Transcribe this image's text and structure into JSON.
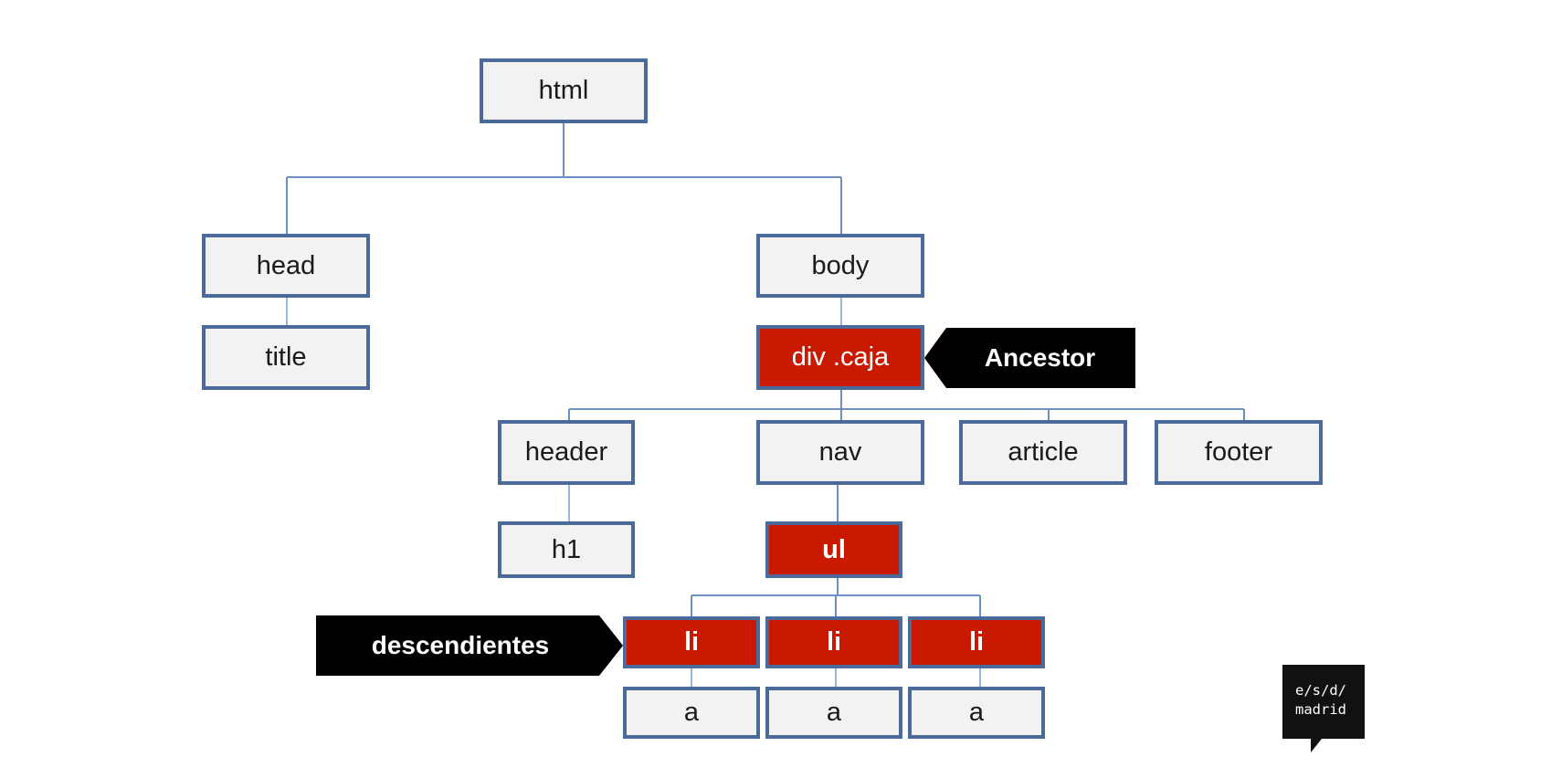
{
  "diagram": {
    "nodes": {
      "html": "html",
      "head": "head",
      "title": "title",
      "body": "body",
      "div_caja": "div .caja",
      "header": "header",
      "nav": "nav",
      "article": "article",
      "footer": "footer",
      "h1": "h1",
      "ul": "ul",
      "li_1": "li",
      "li_2": "li",
      "li_3": "li",
      "a_1": "a",
      "a_2": "a",
      "a_3": "a"
    },
    "highlighted": [
      "div_caja",
      "ul",
      "li_1",
      "li_2",
      "li_3"
    ],
    "labels": {
      "ancestor": "Ancestor",
      "descendants": "descendientes"
    },
    "colors": {
      "node_fill": "#f2f2f2",
      "node_border": "#4a6a99",
      "highlight_fill": "#c91a00",
      "connector": "#6a90c4",
      "callout": "#000000"
    }
  },
  "logo": {
    "line1": "e/s/d/",
    "line2": "madrid"
  }
}
